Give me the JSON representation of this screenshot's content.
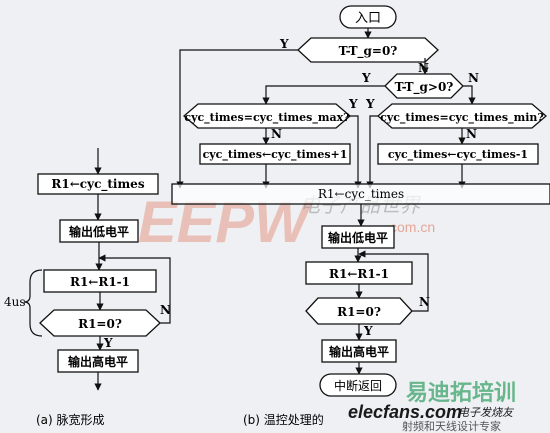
{
  "flow_b": {
    "entry": "入口",
    "check_equal": "T-T_g=0?",
    "check_greater": "T-T_g>0?",
    "check_max": "cyc_times=cyc_times_max?",
    "check_min": "cyc_times=cyc_times_min?",
    "inc": "cyc_times←cyc_times+1",
    "dec": "cyc_times←cyc_times-1",
    "load": "R1←cyc_times",
    "low": "输出低电平",
    "decr": "R1←R1-1",
    "zero": "R1=0?",
    "high": "输出高电平",
    "return": "中断返回"
  },
  "flow_a": {
    "load": "R1←cyc_times",
    "low": "输出低电平",
    "decr": "R1←R1-1",
    "zero": "R1=0?",
    "high": "输出高电平",
    "timing": "4us"
  },
  "branch_labels": {
    "yes": "Y",
    "no": "N"
  },
  "captions": {
    "a": "(a) 脉宽形成",
    "b": "(b) 温控处理的"
  },
  "watermarks": {
    "eepw": "EEPW",
    "eepw_cn": "电子产品世界",
    "eepw_url": "com.cn",
    "elecfans": "elecfans.com",
    "elecfans_cn": "电子发烧友",
    "yidian": "易迪拓培训",
    "yidian_sub": "射频和天线设计专家"
  },
  "colors": {
    "line": "#111111",
    "box_fill": "#ffffff",
    "watermark_red": "#c0392b",
    "watermark_green": "#2e8b57"
  }
}
